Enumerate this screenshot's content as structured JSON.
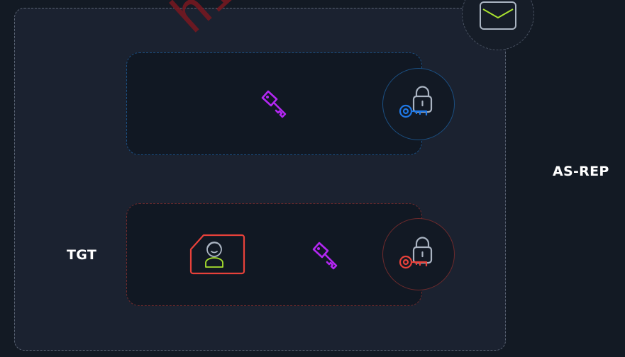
{
  "labels": {
    "as_rep": "AS-REP",
    "tgt": "TGT"
  },
  "watermark": "hide",
  "colors": {
    "background": "#131a24",
    "container": "#1b2230",
    "session_key": "#b327f2",
    "blue_key": "#1f78e6",
    "red_key": "#e8413a",
    "lock": "#aab4c2",
    "envelope_flap": "#a9e22f",
    "user_card": "#e8413a",
    "user_avatar": "#a9e22f"
  },
  "icons": [
    "envelope-icon",
    "session-key-icon",
    "blue-key-lock-icon",
    "user-card-icon",
    "red-key-lock-icon"
  ]
}
